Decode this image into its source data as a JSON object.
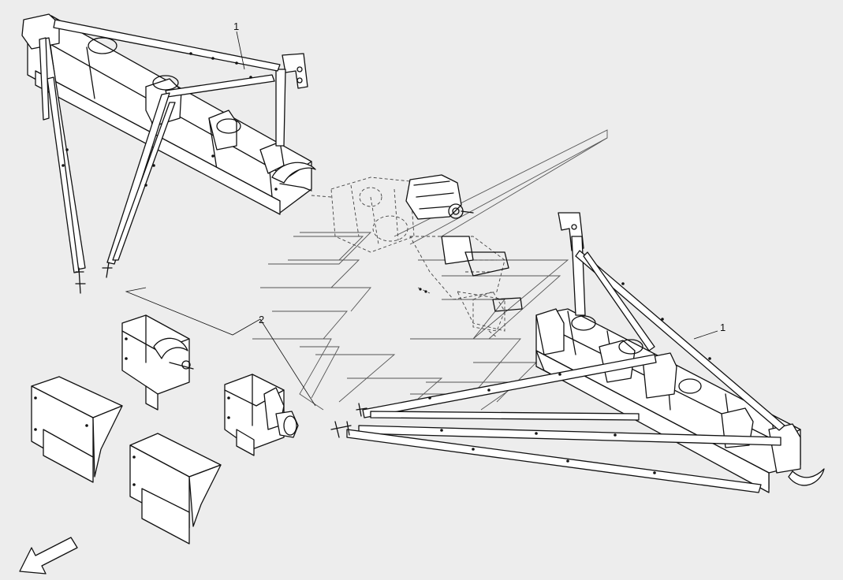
{
  "callouts": [
    {
      "id": "part-1-upper",
      "label": "1"
    },
    {
      "id": "part-2-center",
      "label": "2"
    },
    {
      "id": "part-1-lower",
      "label": "1"
    }
  ],
  "icons": {
    "direction": "direction-arrow-icon",
    "watermark": "chevron-watermark"
  },
  "colors": {
    "background": "#ededed",
    "line": "#111111",
    "fill": "#ffffff"
  }
}
